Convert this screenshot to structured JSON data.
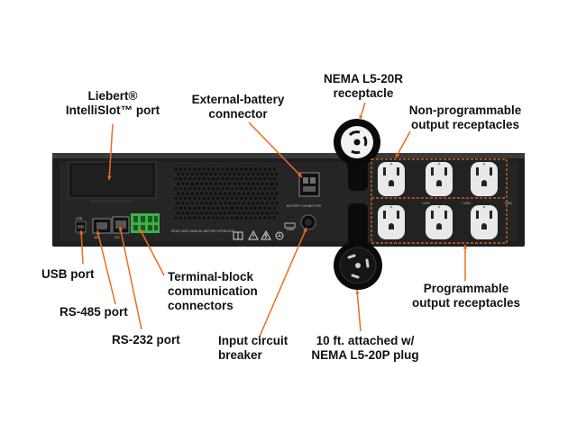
{
  "labels": {
    "intellislot": {
      "line1": "Liebert®",
      "line2": "IntelliSlot™ port"
    },
    "ext_battery": {
      "line1": "External-battery",
      "line2": "connector"
    },
    "nema_l520r": {
      "line1": "NEMA L5-20R",
      "line2": "receptacle"
    },
    "non_programmable": {
      "line1": "Non-programmable",
      "line2": "output receptacles"
    },
    "usb": "USB port",
    "rs485": "RS-485 port",
    "rs232": "RS-232 port",
    "terminal_block": {
      "line1": "Terminal-block",
      "line2": "communication",
      "line3": "connectors"
    },
    "input_breaker": {
      "line1": "Input circuit",
      "line2": "breaker"
    },
    "plug": {
      "line1": "10 ft. attached w/",
      "line2": "NEMA L5-20P plug"
    },
    "programmable": {
      "line1": "Programmable",
      "line2": "output receptacles"
    }
  },
  "colors": {
    "chassis": "#1e1e1e",
    "panel": "#2a2a2a",
    "callout_line": "#f06a1e",
    "terminal_green": "#3fb04a",
    "text": "#111111"
  },
  "icons": [
    "book-icon",
    "warning-triangle-icon",
    "lightning-icon",
    "earth-ground-icon"
  ]
}
